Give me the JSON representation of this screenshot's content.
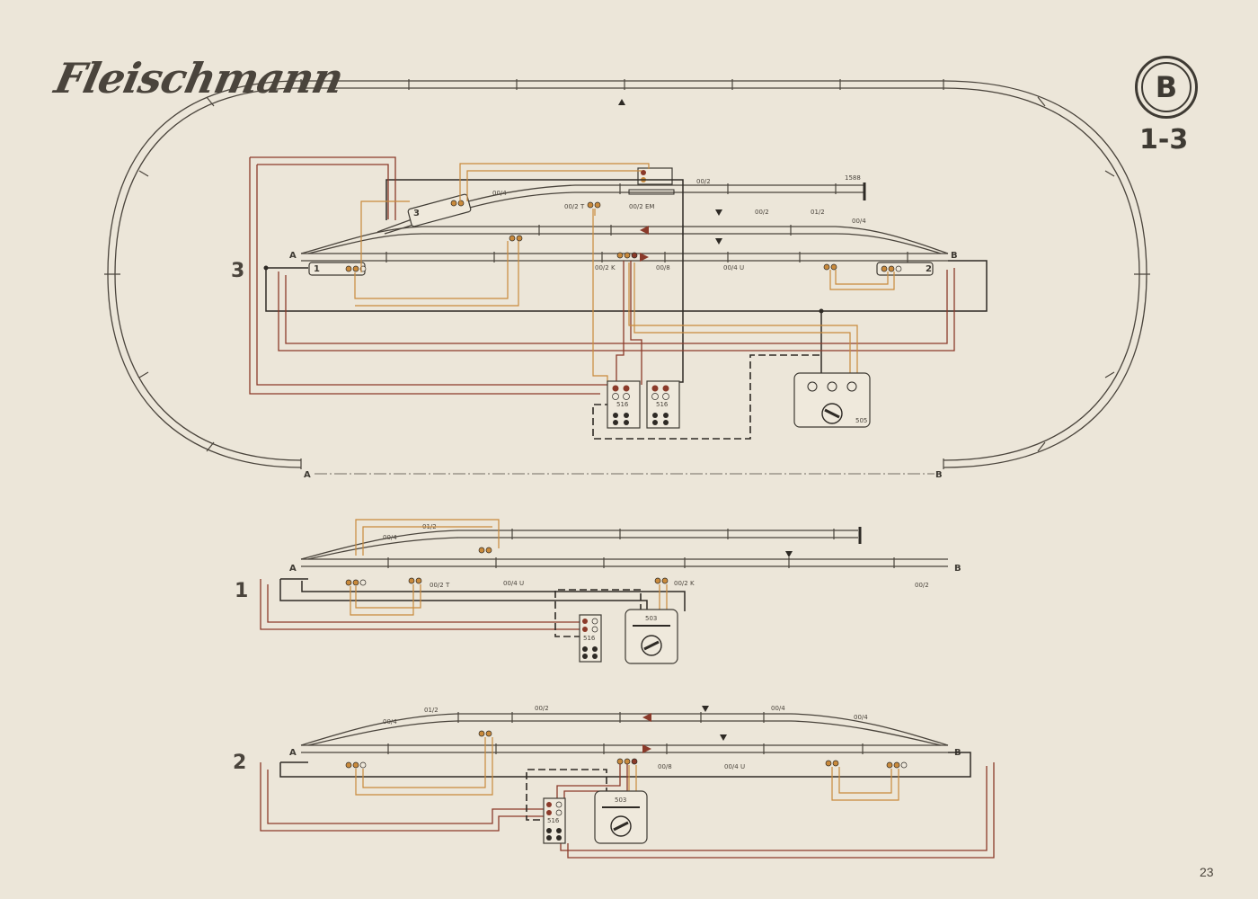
{
  "brand": "Fleischmann",
  "badge_letter": "B",
  "plan_range": "1-3",
  "page_number": "23",
  "layouts": [
    {
      "number": "3"
    },
    {
      "number": "1"
    },
    {
      "number": "2"
    }
  ],
  "oval_labels": {
    "a": "A",
    "b": "B"
  },
  "layout3": {
    "end_a": "A",
    "end_b": "B",
    "siding_end": "1588",
    "track_labels": [
      "00/4",
      "00/2",
      "00/2 T",
      "00/2 EM",
      "00/2",
      "01/2",
      "00/4",
      "00/2 K",
      "00/8",
      "00/4 U"
    ],
    "switch_labels": [
      "1",
      "2",
      "3"
    ],
    "transformer": "505",
    "panels": [
      "516",
      "516"
    ]
  },
  "layout1": {
    "end_a": "A",
    "end_b": "B",
    "track_labels": [
      "00/4",
      "01/2",
      "00/2 T",
      "00/4 U",
      "00/2 K",
      "00/2"
    ],
    "transformer": "503",
    "panel": "516"
  },
  "layout2": {
    "end_a": "A",
    "end_b": "B",
    "track_labels": [
      "00/4",
      "01/2",
      "00/2",
      "00/4",
      "00/4",
      "00/8",
      "00/4 U"
    ],
    "transformer": "503",
    "panel": "516"
  },
  "colors": {
    "track": "#4a443c",
    "red_wire": "#8b3a2a",
    "orange_wire": "#c98a3c",
    "black_wire": "#2e2a25",
    "paper": "#ece6d9"
  }
}
